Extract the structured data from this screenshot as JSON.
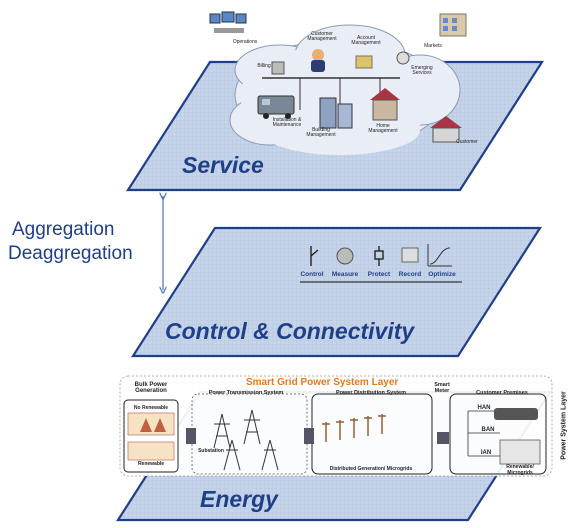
{
  "planes": {
    "service": "Service",
    "control": "Control & Connectivity",
    "energy": "Energy"
  },
  "aggregation": {
    "line1": "Aggregation",
    "line2": "Deaggregation"
  },
  "service_items": {
    "operations": "Operations",
    "customer_mgmt": "Customer Management",
    "account_mgmt": "Account Management",
    "markets": "Markets",
    "billing": "Billing",
    "emerging": "Emerging Services",
    "install": "Installation & Maintenance",
    "building": "Building Management",
    "home": "Home Management",
    "customer": "Customer"
  },
  "control_items": [
    "Control",
    "Measure",
    "Protect",
    "Record",
    "Optimize"
  ],
  "energy_layer": {
    "title": "Smart Grid Power System Layer",
    "bulk": "Bulk Power Generation",
    "no_renewable": "No Renewable",
    "renewable": "Renewable",
    "transmission": "Power Transmission System",
    "substation": "Substation",
    "distribution": "Power Distribution System",
    "dist_gen": "Distributed Generation/ Microgrids",
    "smart_meter": "Smart Meter",
    "premises": "Customer Premises",
    "han": "HAN",
    "ban": "BAN",
    "ian": "IAN",
    "renewable_micro": "Renewable/ Microgrids",
    "side_label": "Power System Layer"
  },
  "colors": {
    "plane_blue": "#1f3f86",
    "plane_fill": "#c9d6ea",
    "orange_title": "#e07a1f"
  }
}
